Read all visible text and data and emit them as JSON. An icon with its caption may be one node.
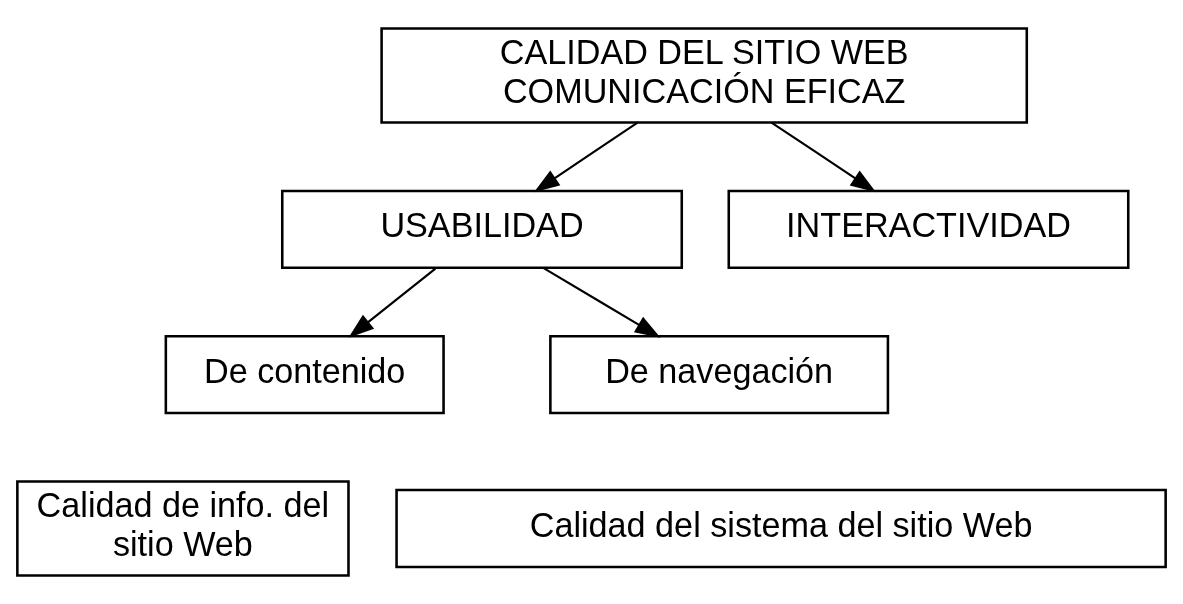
{
  "diagram": {
    "nodes": [
      {
        "text": [
          "CALIDAD DEL SITIO WEB COMUNICACIÓN EFICAZ"
        ]
      },
      {
        "text": [
          "USABILIDAD"
        ]
      },
      {
        "text": [
          "INTERACTIVIDAD"
        ]
      },
      {
        "text": [
          "De contenido"
        ]
      },
      {
        "text": [
          "De navegación"
        ]
      },
      {
        "text": [
          "Calidad de info. del sitio Web"
        ]
      },
      {
        "text": [
          "Calidad del sistema del sitio Web"
        ]
      }
    ],
    "edges": [
      {
        "from": 0,
        "to": 1,
        "arrow": "to"
      },
      {
        "from": 0,
        "to": 2,
        "arrow": "to"
      },
      {
        "from": 1,
        "to": 3,
        "arrow": "to"
      },
      {
        "from": 1,
        "to": 4,
        "arrow": "to"
      }
    ]
  }
}
